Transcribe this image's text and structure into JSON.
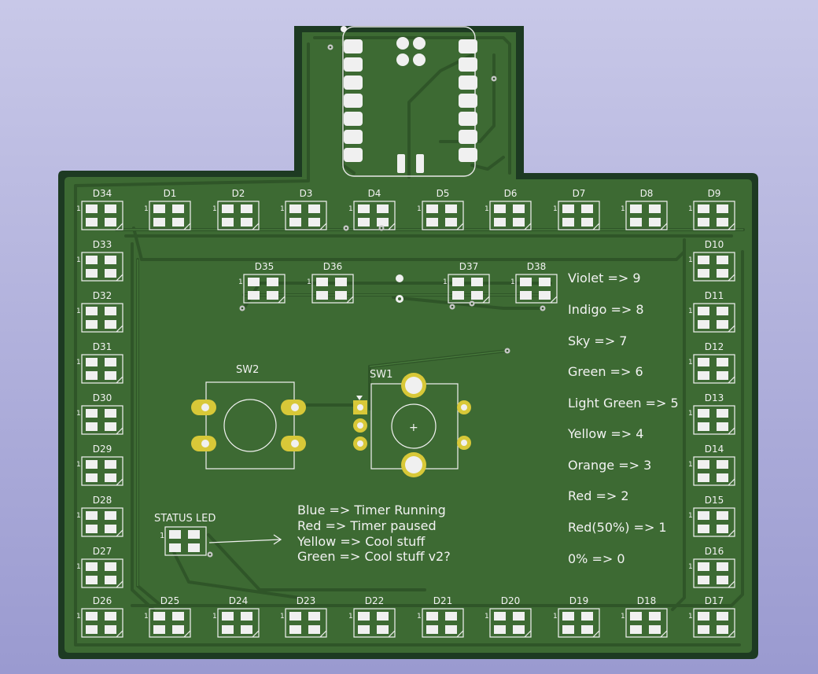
{
  "colors": {
    "edge": "#1d3a22",
    "board": "#3d6a33",
    "trace": "#2f5528",
    "trace_hi": "#4f8a42",
    "silk": "#f2f2f2",
    "pad": "#f0f0f0",
    "gold": "#d8c838"
  },
  "top_leds": [
    "D34",
    "D1",
    "D2",
    "D3",
    "D4",
    "D5",
    "D6",
    "D7",
    "D8",
    "D9"
  ],
  "left_leds": [
    "D33",
    "D32",
    "D31",
    "D30",
    "D29",
    "D28",
    "D27"
  ],
  "right_leds": [
    "D10",
    "D11",
    "D12",
    "D13",
    "D14",
    "D15",
    "D16"
  ],
  "bottom_leds": [
    "D26",
    "D25",
    "D24",
    "D23",
    "D22",
    "D21",
    "D20",
    "D19",
    "D18",
    "D17"
  ],
  "mid_leds": [
    "D35",
    "D36",
    "D37",
    "D38"
  ],
  "pin1_label": "1",
  "switches": {
    "sw1": "SW1",
    "sw2": "SW2"
  },
  "status_led": "STATUS LED",
  "status_legend": [
    "Blue => Timer Running",
    "Red => Timer paused",
    "Yellow => Cool stuff",
    "Green => Cool stuff v2?"
  ],
  "level_legend": [
    "Violet => 9",
    "Indigo => 8",
    "Sky => 7",
    "Green => 6",
    "Light Green => 5",
    "Yellow => 4",
    "Orange => 3",
    "Red => 2",
    "Red(50%) => 1",
    "0% => 0"
  ],
  "icons": {
    "plus": "+"
  }
}
